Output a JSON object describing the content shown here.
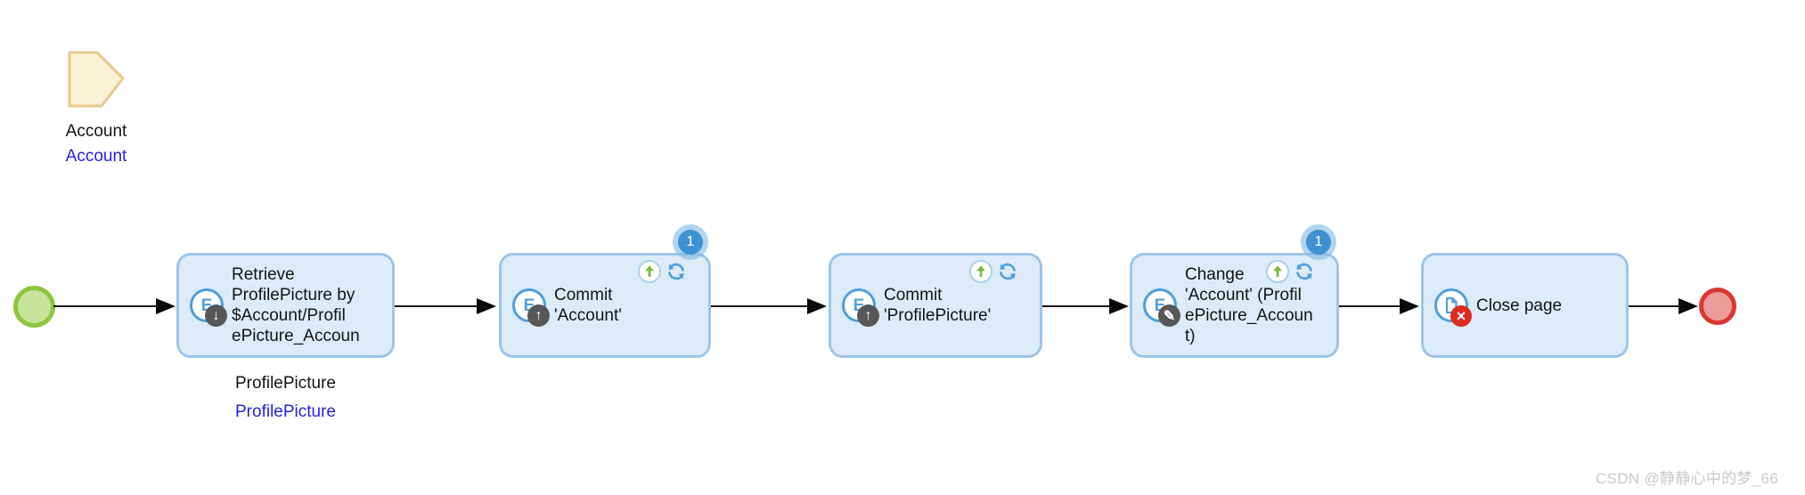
{
  "parameter": {
    "name": "Account",
    "entity": "Account"
  },
  "events": {
    "start": "start-event",
    "end": "end-event"
  },
  "icons": {
    "entity_letter": "E",
    "retrieve_arrow": "↓",
    "commit_arrow": "↑",
    "change_pencil": "✎",
    "close_x": "×"
  },
  "activities": [
    {
      "label": "Retrieve\nProfilePicture by\n$Account/Profil\nePicture_Accoun",
      "icon": "retrieve-entity",
      "output_name": "ProfilePicture",
      "output_entity": "ProfilePicture"
    },
    {
      "label": "Commit\n'Account'",
      "icon": "commit-entity",
      "badge": "1",
      "indicators": "commit-up-arrow, refresh-client"
    },
    {
      "label": "Commit\n'ProfilePicture'",
      "icon": "commit-entity",
      "indicators": "commit-up-arrow, refresh-client"
    },
    {
      "label": "Change\n'Account' (Profil\nePicture_Accoun\nt)",
      "icon": "change-entity",
      "badge": "1",
      "indicators": "commit-up-arrow, refresh-client"
    },
    {
      "label": "Close page",
      "icon": "close-page"
    }
  ],
  "watermark": "CSDN @静静心中的梦_66",
  "colors": {
    "activity_fill": "#DCEBF7",
    "activity_border": "#9CC6E9",
    "start_fill": "#C9E49B",
    "start_border": "#8DC63F",
    "end_fill": "#EB9C98",
    "end_border": "#D93832",
    "badge_blue": "#3F92D2",
    "entity_blue": "#4D9FDC",
    "link_blue": "#2323E0",
    "param_fill": "#FBF3D5",
    "param_border": "#E6C98E",
    "dark_badge": "#575757",
    "close_badge_red": "#DC2B20",
    "indicator_green": "#7CB742"
  }
}
